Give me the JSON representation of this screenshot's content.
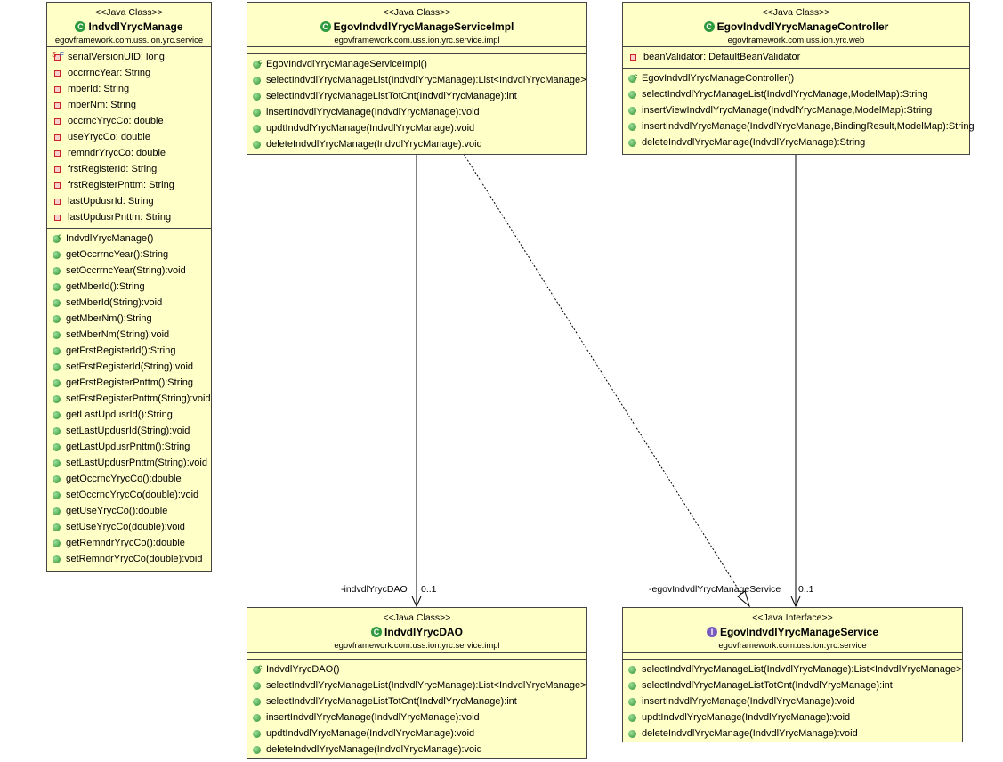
{
  "colors": {
    "class_icon": "#2e9a3e",
    "interface_icon": "#7a5cc0",
    "box_fill": "#ffffc8"
  },
  "classes": [
    {
      "id": "indvdl",
      "stereotype": "<<Java Class>>",
      "kind": "class",
      "name": "IndvdlYrycManage",
      "package": "egovframework.com.uss.ion.yrc.service",
      "fields": [
        {
          "icon": "static-field",
          "text": "serialVersionUID: long",
          "underline": true
        },
        {
          "icon": "private-field",
          "text": "occrrncYear: String"
        },
        {
          "icon": "private-field",
          "text": "mberId: String"
        },
        {
          "icon": "private-field",
          "text": "mberNm: String"
        },
        {
          "icon": "private-field",
          "text": "occrncYrycCo: double"
        },
        {
          "icon": "private-field",
          "text": "useYrycCo: double"
        },
        {
          "icon": "private-field",
          "text": "remndrYrycCo: double"
        },
        {
          "icon": "private-field",
          "text": "frstRegisterId: String"
        },
        {
          "icon": "private-field",
          "text": "frstRegisterPnttm: String"
        },
        {
          "icon": "private-field",
          "text": "lastUpdusrId: String"
        },
        {
          "icon": "private-field",
          "text": "lastUpdusrPnttm: String"
        }
      ],
      "methods": [
        {
          "icon": "constructor",
          "text": "IndvdlYrycManage()"
        },
        {
          "icon": "method",
          "text": "getOccrrncYear():String"
        },
        {
          "icon": "method",
          "text": "setOccrrncYear(String):void"
        },
        {
          "icon": "method",
          "text": "getMberId():String"
        },
        {
          "icon": "method",
          "text": "setMberId(String):void"
        },
        {
          "icon": "method",
          "text": "getMberNm():String"
        },
        {
          "icon": "method",
          "text": "setMberNm(String):void"
        },
        {
          "icon": "method",
          "text": "getFrstRegisterId():String"
        },
        {
          "icon": "method",
          "text": "setFrstRegisterId(String):void"
        },
        {
          "icon": "method",
          "text": "getFrstRegisterPnttm():String"
        },
        {
          "icon": "method",
          "text": "setFrstRegisterPnttm(String):void"
        },
        {
          "icon": "method",
          "text": "getLastUpdusrId():String"
        },
        {
          "icon": "method",
          "text": "setLastUpdusrId(String):void"
        },
        {
          "icon": "method",
          "text": "getLastUpdusrPnttm():String"
        },
        {
          "icon": "method",
          "text": "setLastUpdusrPnttm(String):void"
        },
        {
          "icon": "method",
          "text": "getOccrncYrycCo():double"
        },
        {
          "icon": "method",
          "text": "setOccrncYrycCo(double):void"
        },
        {
          "icon": "method",
          "text": "getUseYrycCo():double"
        },
        {
          "icon": "method",
          "text": "setUseYrycCo(double):void"
        },
        {
          "icon": "method",
          "text": "getRemndrYrycCo():double"
        },
        {
          "icon": "method",
          "text": "setRemndrYrycCo(double):void"
        }
      ]
    },
    {
      "id": "impl",
      "stereotype": "<<Java Class>>",
      "kind": "class",
      "name": "EgovIndvdlYrycManageServiceImpl",
      "package": "egovframework.com.uss.ion.yrc.service.impl",
      "fields": [],
      "methods": [
        {
          "icon": "constructor",
          "text": "EgovIndvdlYrycManageServiceImpl()"
        },
        {
          "icon": "method",
          "text": "selectIndvdlYrycManageList(IndvdlYrycManage):List<IndvdlYrycManage>"
        },
        {
          "icon": "method",
          "text": "selectIndvdlYrycManageListTotCnt(IndvdlYrycManage):int"
        },
        {
          "icon": "method",
          "text": "insertIndvdlYrycManage(IndvdlYrycManage):void"
        },
        {
          "icon": "method",
          "text": "updtIndvdlYrycManage(IndvdlYrycManage):void"
        },
        {
          "icon": "method",
          "text": "deleteIndvdlYrycManage(IndvdlYrycManage):void"
        }
      ]
    },
    {
      "id": "ctrl",
      "stereotype": "<<Java Class>>",
      "kind": "class",
      "name": "EgovIndvdlYrycManageController",
      "package": "egovframework.com.uss.ion.yrc.web",
      "fields": [
        {
          "icon": "private-field",
          "text": "beanValidator: DefaultBeanValidator"
        }
      ],
      "methods": [
        {
          "icon": "constructor",
          "text": "EgovIndvdlYrycManageController()"
        },
        {
          "icon": "method",
          "text": "selectIndvdlYrycManageList(IndvdlYrycManage,ModelMap):String"
        },
        {
          "icon": "method",
          "text": "insertViewIndvdlYrycManage(IndvdlYrycManage,ModelMap):String"
        },
        {
          "icon": "method",
          "text": "insertIndvdlYrycManage(IndvdlYrycManage,BindingResult,ModelMap):String"
        },
        {
          "icon": "method",
          "text": "deleteIndvdlYrycManage(IndvdlYrycManage):String"
        }
      ]
    },
    {
      "id": "dao",
      "stereotype": "<<Java Class>>",
      "kind": "class",
      "name": "IndvdlYrycDAO",
      "package": "egovframework.com.uss.ion.yrc.service.impl",
      "fields": [],
      "methods": [
        {
          "icon": "constructor",
          "text": "IndvdlYrycDAO()"
        },
        {
          "icon": "method",
          "text": "selectIndvdlYrycManageList(IndvdlYrycManage):List<IndvdlYrycManage>"
        },
        {
          "icon": "method",
          "text": "selectIndvdlYrycManageListTotCnt(IndvdlYrycManage):int"
        },
        {
          "icon": "method",
          "text": "insertIndvdlYrycManage(IndvdlYrycManage):void"
        },
        {
          "icon": "method",
          "text": "updtIndvdlYrycManage(IndvdlYrycManage):void"
        },
        {
          "icon": "method",
          "text": "deleteIndvdlYrycManage(IndvdlYrycManage):void"
        }
      ]
    },
    {
      "id": "svc",
      "stereotype": "<<Java Interface>>",
      "kind": "interface",
      "name": "EgovIndvdlYrycManageService",
      "package": "egovframework.com.uss.ion.yrc.service",
      "fields": [],
      "methods": [
        {
          "icon": "method",
          "text": "selectIndvdlYrycManageList(IndvdlYrycManage):List<IndvdlYrycManage>"
        },
        {
          "icon": "method",
          "text": "selectIndvdlYrycManageListTotCnt(IndvdlYrycManage):int"
        },
        {
          "icon": "method",
          "text": "insertIndvdlYrycManage(IndvdlYrycManage):void"
        },
        {
          "icon": "method",
          "text": "updtIndvdlYrycManage(IndvdlYrycManage):void"
        },
        {
          "icon": "method",
          "text": "deleteIndvdlYrycManage(IndvdlYrycManage):void"
        }
      ]
    }
  ],
  "associations": [
    {
      "from": "impl",
      "to": "dao",
      "type": "association",
      "role": "-indvdlYrycDAO",
      "multiplicity": "0..1"
    },
    {
      "from": "impl",
      "to": "svc",
      "type": "realization"
    },
    {
      "from": "ctrl",
      "to": "svc",
      "type": "association",
      "role": "-egovIndvdlYrycManageService",
      "multiplicity": "0..1"
    }
  ]
}
